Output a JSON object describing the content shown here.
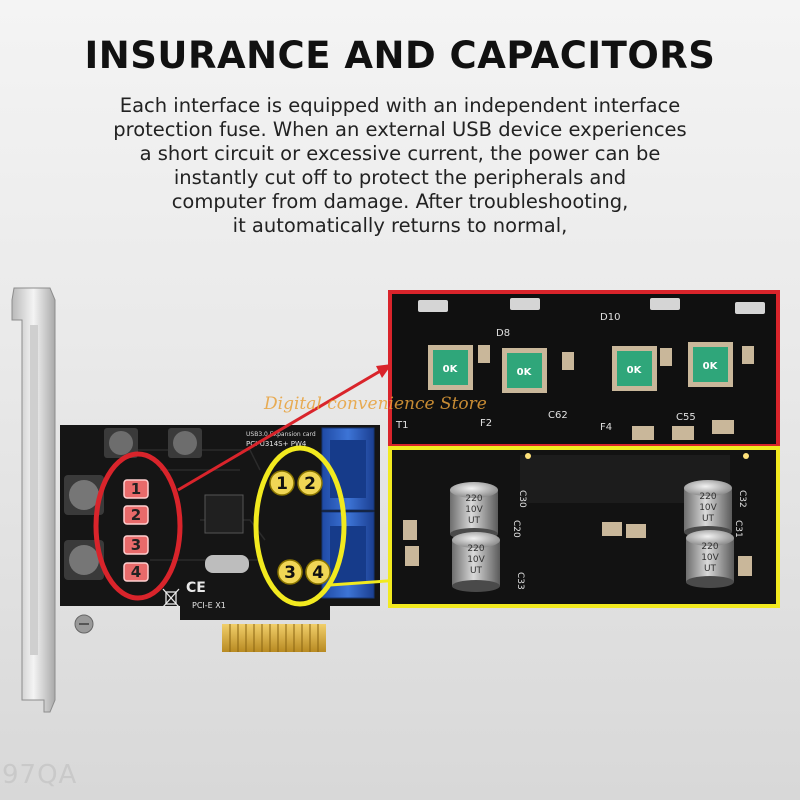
{
  "heading": "INSURANCE AND CAPACITORS",
  "description": [
    "Each interface is equipped with an independent interface",
    "protection fuse. When an external USB device experiences",
    "a short circuit or excessive current, the power can be",
    "instantly cut off to protect the peripherals and",
    "computer from damage. After troubleshooting,",
    "it automatically returns to normal,"
  ],
  "watermark": "Digital convenience Store",
  "corner_code": "97QA",
  "colors": {
    "red_highlight": "#d9242b",
    "yellow_highlight": "#f2ea1f",
    "pcb_black": "#141414",
    "usb_blue": "#2b5fc2",
    "fuse_green": "#2fa67a",
    "fuse_marker": "#e86a6a",
    "watermark": "#e8a13a"
  },
  "card": {
    "label_top": "USB3.0 Expansion card",
    "model": "PCI-U314S+ PW4",
    "slot": "PCI-E X1",
    "fuse_numbers": [
      "1",
      "2",
      "3",
      "4"
    ],
    "port_badges": [
      "1",
      "2",
      "3",
      "4"
    ]
  },
  "zoom_fuse": {
    "silkscreen": [
      "D8",
      "D10",
      "C62",
      "F2",
      "F4",
      "C55",
      "T1"
    ],
    "fuse_code": "0K"
  },
  "zoom_capacitors": {
    "cap_label": [
      "220",
      "10V",
      "UT"
    ],
    "silkscreen": [
      "C30",
      "C32",
      "C33",
      "C31",
      "C20"
    ]
  },
  "icons": [
    "ce-mark-icon",
    "weee-bin-icon"
  ]
}
